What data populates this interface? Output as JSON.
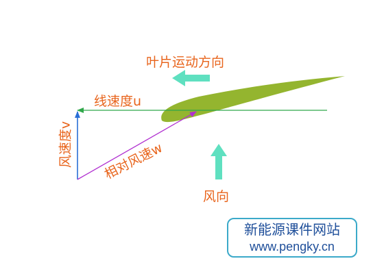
{
  "labels": {
    "blade_motion_direction": "叶片运动方向",
    "linear_speed": "线速度u",
    "wind_speed": "风速度v",
    "relative_wind_speed": "相对风速w",
    "wind_direction": "风向"
  },
  "watermark": {
    "line1": "新能源课件网站",
    "line2": "www.pengky.cn"
  },
  "colors": {
    "label_text": "#e8641c",
    "airfoil": "#94b52f",
    "linear_speed_line": "#2fa84a",
    "wind_speed_vector": "#2a6fd6",
    "relative_wind_vector": "#b02fd0",
    "direction_arrow": "#5fe0c0",
    "watermark_border": "#3aa9c9",
    "watermark_text": "#1f4f9a"
  }
}
